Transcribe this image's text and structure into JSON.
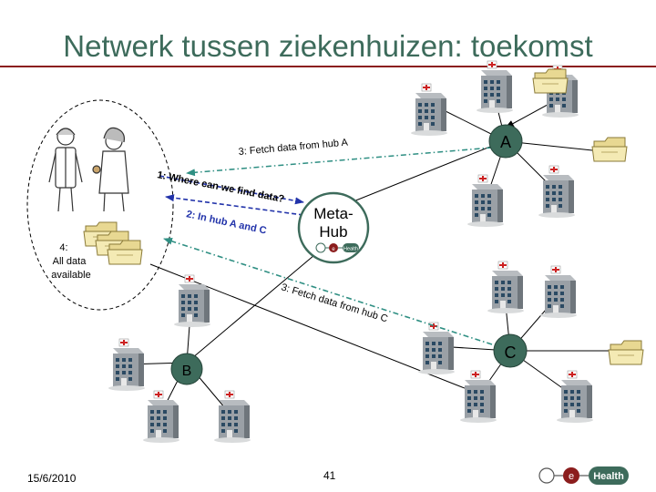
{
  "title": "Netwerk tussen ziekenhuizen: toekomst",
  "hubs": {
    "a": "A",
    "b": "B",
    "c": "C",
    "meta_line1": "Meta-",
    "meta_line2": "Hub"
  },
  "steps": {
    "step1": "1: Where can we find data?",
    "step2": "2: In hub A and C",
    "step3a": "3: Fetch data from hub A",
    "step3c": "3: Fetch data from hub C",
    "step4_line1": "4:",
    "step4_line2": "All data",
    "step4_line3": "available"
  },
  "logo": {
    "e": "e",
    "health": "Health",
    "mini_e": "e",
    "mini_health": "Health"
  },
  "footer": {
    "date": "15/6/2010",
    "page": "41"
  },
  "colors": {
    "title": "#3d6b5b",
    "rule": "#8b1d1d",
    "hub_fill": "#3d6b5b",
    "meta_border": "#3d6b5b",
    "arrow_teal": "#2f8f83",
    "arrow_blue": "#2233aa",
    "logo_red": "#8b1d1d",
    "logo_green": "#3d6b5b"
  },
  "icons": [
    "hospital-building-icon",
    "folder-icon",
    "doctor-icon",
    "patient-icon",
    "ehealth-logo-icon"
  ]
}
